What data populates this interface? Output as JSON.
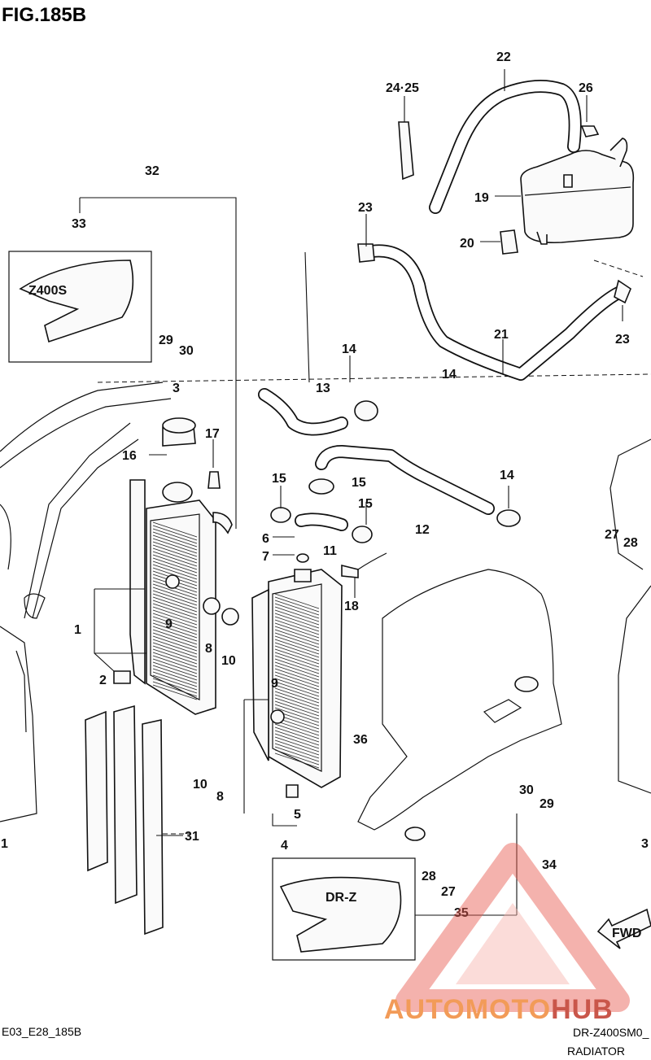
{
  "figure": {
    "title": "FIG.185B",
    "footer_left": "E03_E28_185B",
    "footer_right_model": "DR-Z400SM0_",
    "footer_right_name": "RADIATOR"
  },
  "callouts": [
    {
      "id": "c22",
      "text": "22"
    },
    {
      "id": "c2425",
      "text": "24·25"
    },
    {
      "id": "c26",
      "text": "26"
    },
    {
      "id": "c32",
      "text": "32"
    },
    {
      "id": "c19",
      "text": "19"
    },
    {
      "id": "c23a",
      "text": "23"
    },
    {
      "id": "c33",
      "text": "33"
    },
    {
      "id": "c20",
      "text": "20"
    },
    {
      "id": "c23b",
      "text": "23"
    },
    {
      "id": "c21",
      "text": "21"
    },
    {
      "id": "c29a",
      "text": "29"
    },
    {
      "id": "c30a",
      "text": "30"
    },
    {
      "id": "c14a",
      "text": "14"
    },
    {
      "id": "c14b",
      "text": "14"
    },
    {
      "id": "c13",
      "text": "13"
    },
    {
      "id": "c3",
      "text": "3"
    },
    {
      "id": "c17",
      "text": "17"
    },
    {
      "id": "c16",
      "text": "16"
    },
    {
      "id": "c15a",
      "text": "15"
    },
    {
      "id": "c15b",
      "text": "15"
    },
    {
      "id": "c14c",
      "text": "14"
    },
    {
      "id": "c15c",
      "text": "15"
    },
    {
      "id": "c12",
      "text": "12"
    },
    {
      "id": "c6",
      "text": "6"
    },
    {
      "id": "c11",
      "text": "11"
    },
    {
      "id": "c27a",
      "text": "27"
    },
    {
      "id": "c28a",
      "text": "28"
    },
    {
      "id": "c7",
      "text": "7"
    },
    {
      "id": "c18",
      "text": "18"
    },
    {
      "id": "c1a",
      "text": "1"
    },
    {
      "id": "c9a",
      "text": "9"
    },
    {
      "id": "c8a",
      "text": "8"
    },
    {
      "id": "c10a",
      "text": "10"
    },
    {
      "id": "c2",
      "text": "2"
    },
    {
      "id": "c9b",
      "text": "9"
    },
    {
      "id": "c36",
      "text": "36"
    },
    {
      "id": "c10b",
      "text": "10"
    },
    {
      "id": "c8b",
      "text": "8"
    },
    {
      "id": "c30b",
      "text": "30"
    },
    {
      "id": "c29b",
      "text": "29"
    },
    {
      "id": "c5",
      "text": "5"
    },
    {
      "id": "c31",
      "text": "31"
    },
    {
      "id": "c4",
      "text": "4"
    },
    {
      "id": "c1b",
      "text": "1"
    },
    {
      "id": "c3b",
      "text": "3"
    },
    {
      "id": "c34",
      "text": "34"
    },
    {
      "id": "c28b",
      "text": "28"
    },
    {
      "id": "c27b",
      "text": "27"
    },
    {
      "id": "c35",
      "text": "35"
    }
  ],
  "decals": {
    "upper_text": "Z400S",
    "lower_text": "DR-Z"
  },
  "fwd_label": "FWD",
  "watermark": {
    "text_left": "AUTOMOTO",
    "text_right": "HUB",
    "color_primary": "#f08a3c",
    "color_secondary": "#c0392b"
  }
}
